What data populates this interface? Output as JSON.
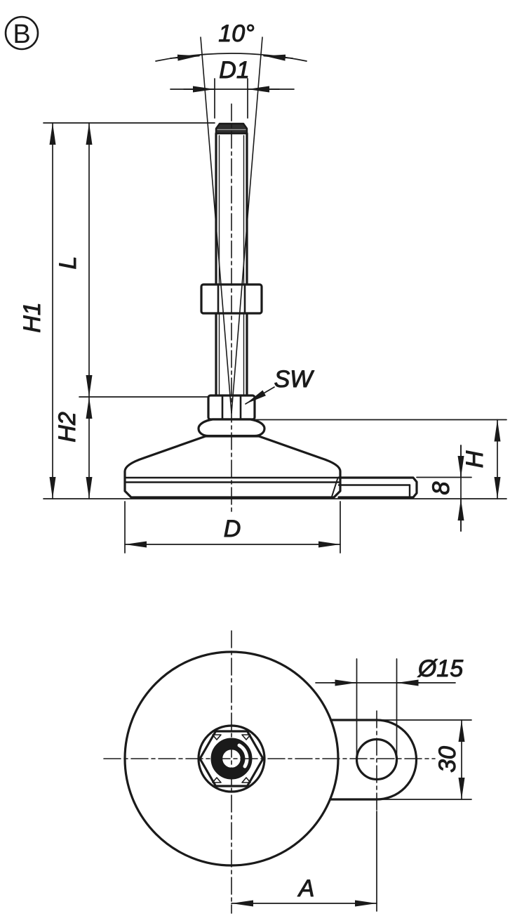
{
  "meta": {
    "view_label": "B",
    "drawing_type": "leveling-foot technical drawing, front view and top view"
  },
  "front_view": {
    "labels": {
      "angle": "10°",
      "d1": "D1",
      "h1": "H1",
      "l": "L",
      "h2": "H2",
      "sw": "SW",
      "h": "H",
      "eight": "8",
      "d": "D"
    }
  },
  "top_view": {
    "labels": {
      "dia15": "Ø15",
      "thirty": "30",
      "a": "A"
    }
  },
  "colors": {
    "line": "#1a1a1a",
    "background": "#ffffff",
    "cap_fill": "#2e2e2e"
  }
}
